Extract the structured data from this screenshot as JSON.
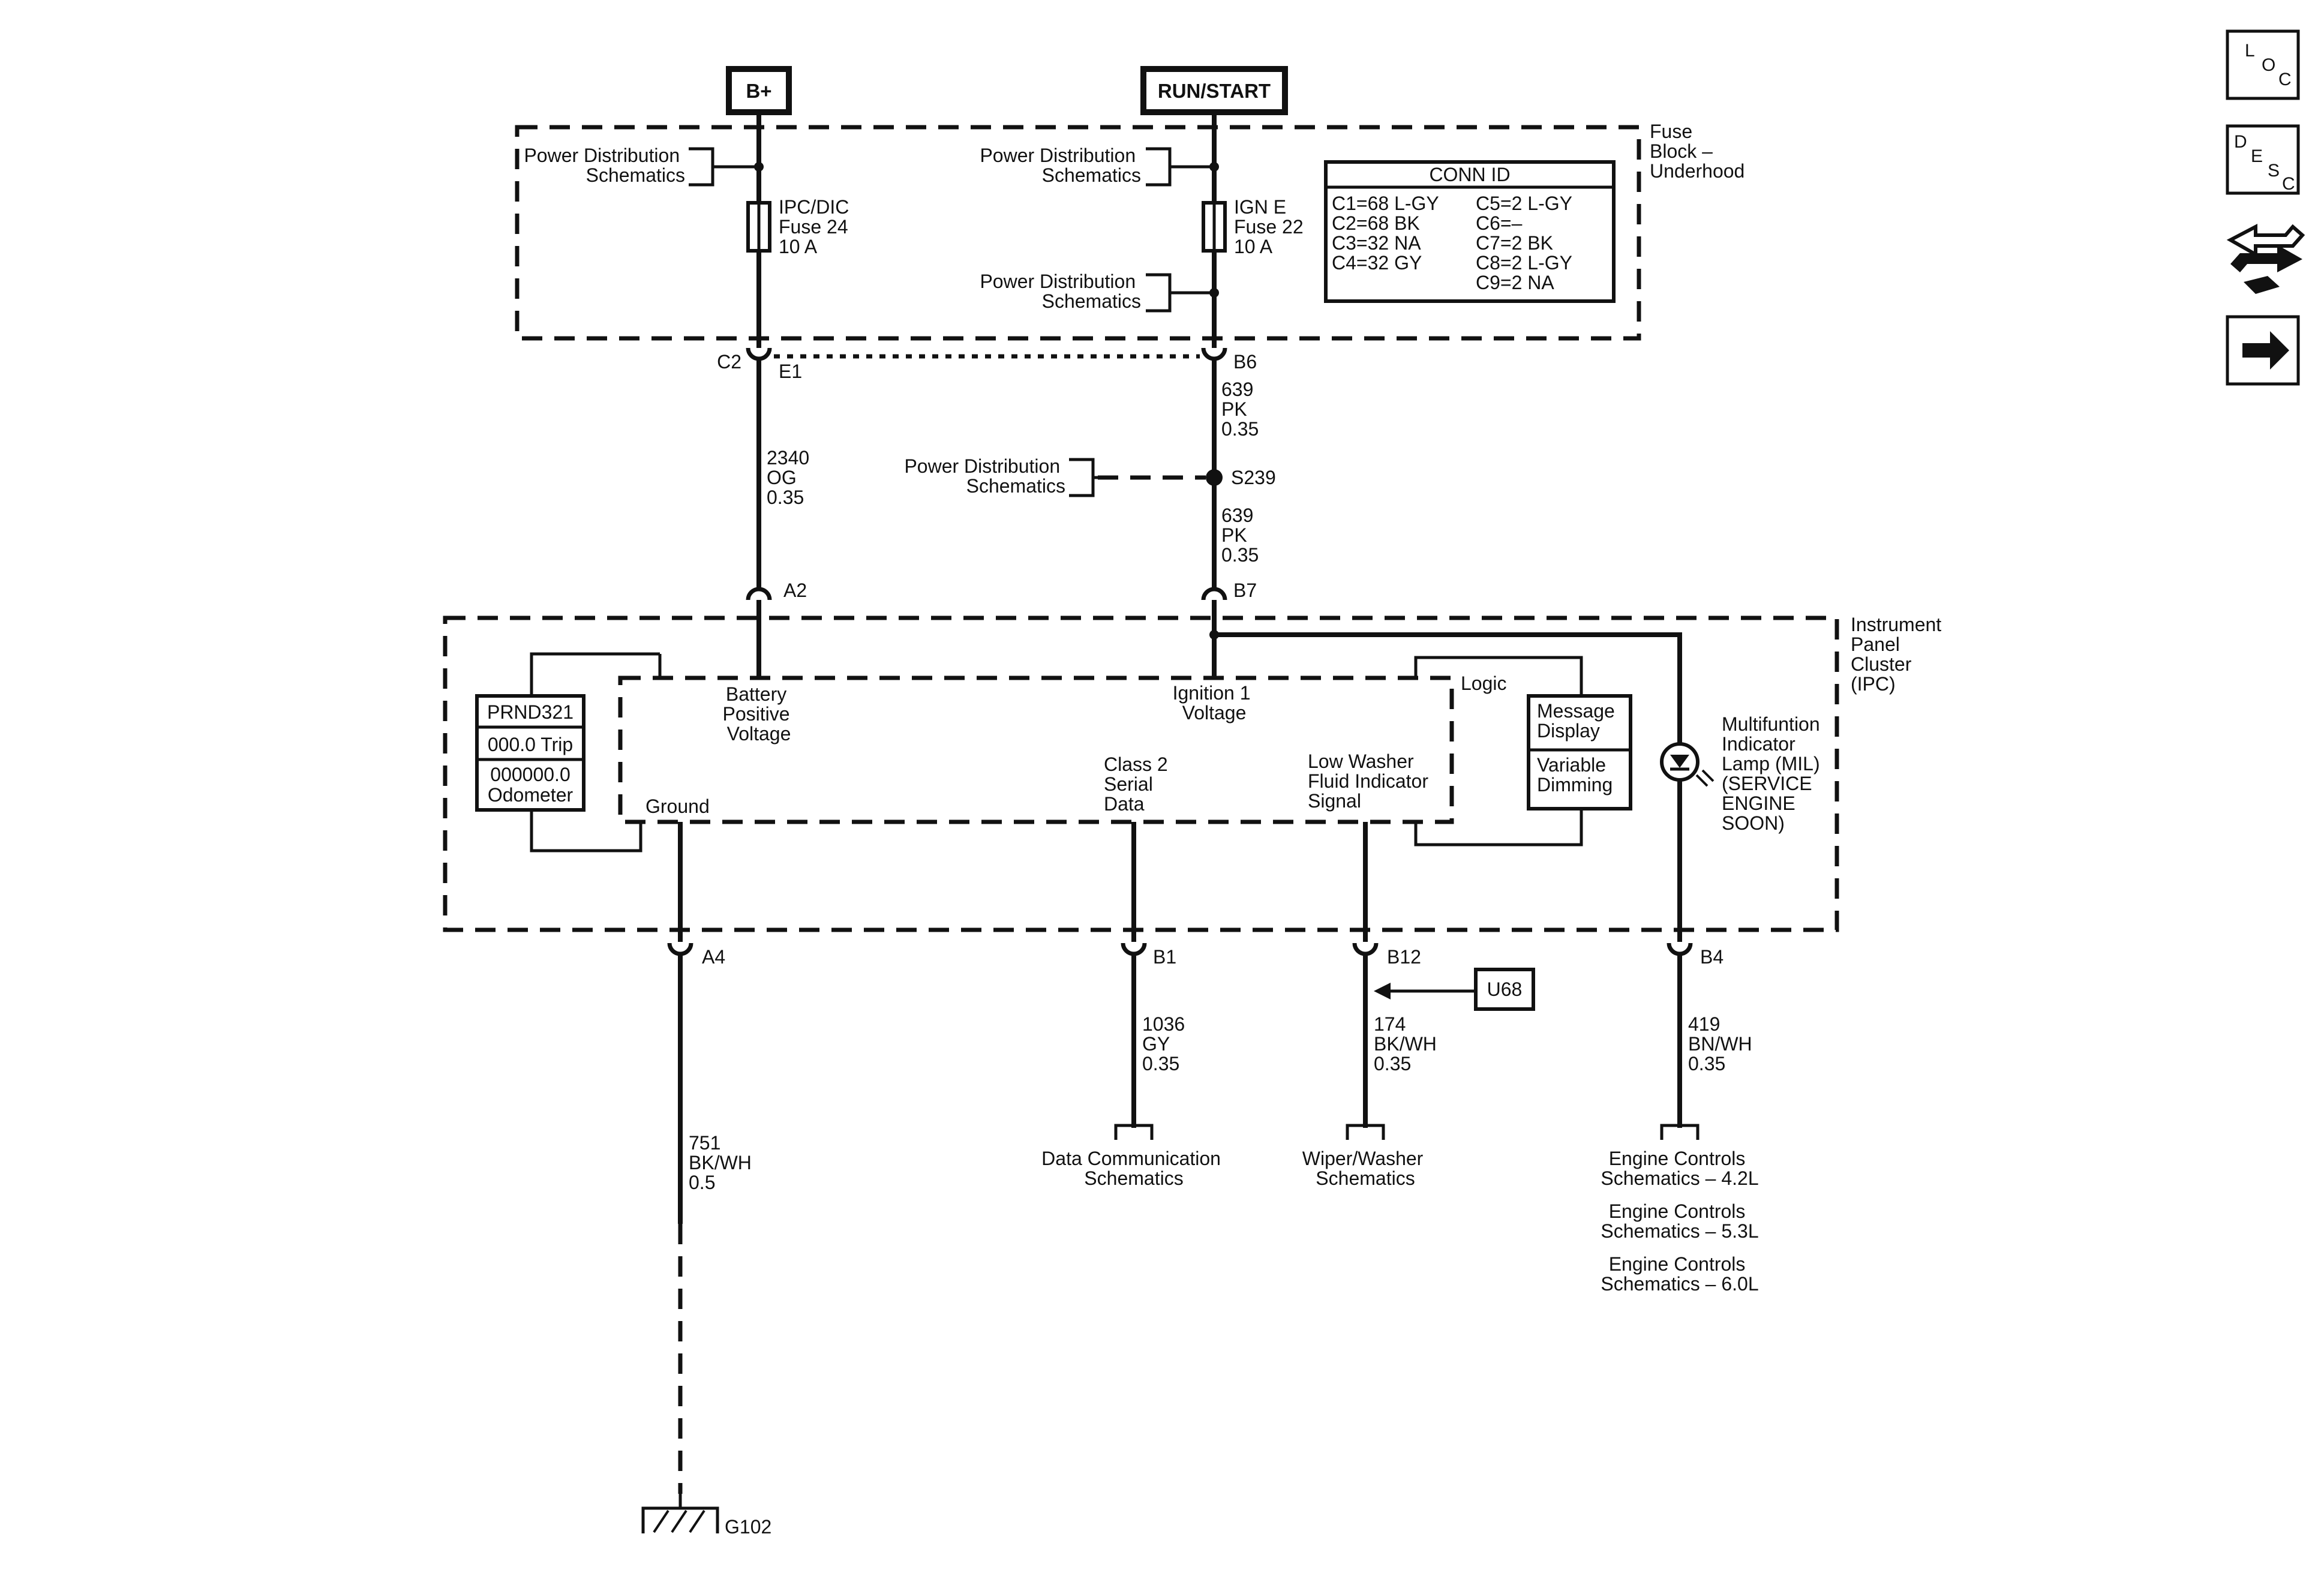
{
  "sources": {
    "b_plus": "B+",
    "run_start": "RUN/START"
  },
  "fuse_block": {
    "label": [
      "Fuse",
      "Block –",
      "Underhood"
    ],
    "pd_left": [
      "Power Distribution",
      "Schematics"
    ],
    "pd_mid_top": [
      "Power Distribution",
      "Schematics"
    ],
    "pd_mid_bottom": [
      "Power Distribution",
      "Schematics"
    ],
    "fuse_left": [
      "IPC/DIC",
      "Fuse 24",
      "10 A"
    ],
    "fuse_right": [
      "IGN E",
      "Fuse 22",
      "10 A"
    ],
    "conn_id": {
      "title": "CONN ID",
      "left": [
        "C1=68 L-GY",
        "C2=68 BK",
        "C3=32 NA",
        "C4=32 GY"
      ],
      "right": [
        "C5=2 L-GY",
        "C6=–",
        "C7=2 BK",
        "C8=2 L-GY",
        "C9=2 NA"
      ]
    }
  },
  "connectors": {
    "c2": "C2",
    "e1": "E1",
    "b6": "B6",
    "a2": "A2",
    "b7": "B7",
    "s239": "S239",
    "a4": "A4",
    "b1": "B1",
    "b12": "B12",
    "b4": "B4",
    "g102": "G102"
  },
  "wires": {
    "w2340": [
      "2340",
      "OG",
      "0.35"
    ],
    "w639_upper": [
      "639",
      "PK",
      "0.35"
    ],
    "w639_lower": [
      "639",
      "PK",
      "0.35"
    ],
    "w751": [
      "751",
      "BK/WH",
      "0.5"
    ],
    "w1036": [
      "1036",
      "GY",
      "0.35"
    ],
    "w174": [
      "174",
      "BK/WH",
      "0.35"
    ],
    "w419": [
      "419",
      "BN/WH",
      "0.35"
    ]
  },
  "splice_pd": [
    "Power Distribution",
    "Schematics"
  ],
  "ipc": {
    "label": [
      "Instrument",
      "Panel",
      "Cluster",
      "(IPC)"
    ],
    "display": [
      "PRND321",
      "000.0 Trip",
      "000000.0",
      "Odometer"
    ],
    "battery": [
      "Battery",
      "Positive",
      "Voltage"
    ],
    "ignition": [
      "Ignition 1",
      "Voltage"
    ],
    "logic": "Logic",
    "message": [
      "Message",
      "Display"
    ],
    "dimming": [
      "Variable",
      "Dimming"
    ],
    "ground": "Ground",
    "class2": [
      "Class 2",
      "Serial",
      "Data"
    ],
    "washer": [
      "Low Washer",
      "Fluid Indicator",
      "Signal"
    ],
    "mil": [
      "Multifuntion",
      "Indicator",
      "Lamp (MIL)",
      "(SERVICE",
      "ENGINE",
      "SOON)"
    ]
  },
  "option_code": "U68",
  "destinations": {
    "data_comm": [
      "Data Communication",
      "Schematics"
    ],
    "wiper": [
      "Wiper/Washer",
      "Schematics"
    ],
    "engine": [
      [
        "Engine Controls",
        "Schematics – 4.2L"
      ],
      [
        "Engine Controls",
        "Schematics – 5.3L"
      ],
      [
        "Engine Controls",
        "Schematics – 6.0L"
      ]
    ]
  },
  "nav": {
    "loc": {
      "l": "L",
      "o": "O",
      "c": "C"
    },
    "desc": {
      "d": "D",
      "e": "E",
      "s": "S",
      "c": "C"
    }
  }
}
